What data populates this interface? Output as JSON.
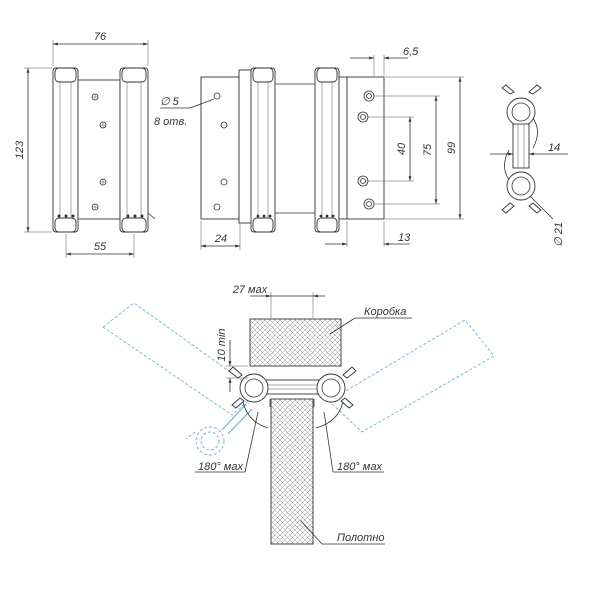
{
  "dimensions": {
    "width_76": "76",
    "height_123": "123",
    "spacing_55": "55",
    "hole_diameter": "∅ 5",
    "hole_count": "8 отв.",
    "width_24": "24",
    "plate_6_5": "6,5",
    "plate_13": "13",
    "holes_40": "40",
    "holes_75": "75",
    "plate_99": "99",
    "section_14": "14",
    "section_21": "∅ 21",
    "frame_27": "27 мах",
    "frame_10": "10 min",
    "angle_left": "180° мах",
    "angle_right": "180° мах"
  },
  "labels": {
    "frame": "Коробка",
    "door": "Полотно"
  },
  "colors": {
    "line": "#333333",
    "ghost": "#6fb3d8",
    "hatch": "#888888"
  }
}
